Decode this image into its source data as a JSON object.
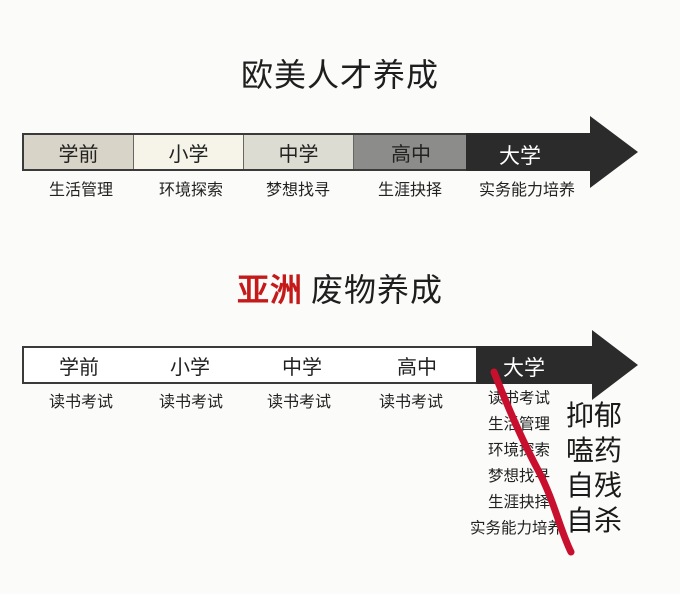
{
  "diagram1": {
    "title": "欧美人才养成",
    "stages": [
      "学前",
      "小学",
      "中学",
      "高中"
    ],
    "arrow_stage": "大学",
    "sublabels": [
      "生活管理",
      "环境探索",
      "梦想找寻",
      "生涯抉择",
      "实务能力培养"
    ],
    "stage_colors": [
      "#d8d5c8",
      "#f6f4e8",
      "#dddcd2",
      "#8c8c8a"
    ],
    "arrow_color": "#2b2b2b"
  },
  "diagram2": {
    "title_red": "亚洲",
    "title_black": "废物养成",
    "stages": [
      "学前",
      "小学",
      "中学",
      "高中"
    ],
    "arrow_stage": "大学",
    "sublabels": [
      "读书考试",
      "读书考试",
      "读书考试",
      "读书考试"
    ],
    "university_items": [
      "读书考试",
      "生活管理",
      "环境探索",
      "梦想找寻",
      "生涯抉择",
      "实务能力培养"
    ],
    "side_text": [
      "抑郁",
      "嗑药",
      "自残",
      "自杀"
    ],
    "arrow_color": "#2b2b2b",
    "slash_color": "#c8102e",
    "title_red_color": "#c41a1a"
  }
}
